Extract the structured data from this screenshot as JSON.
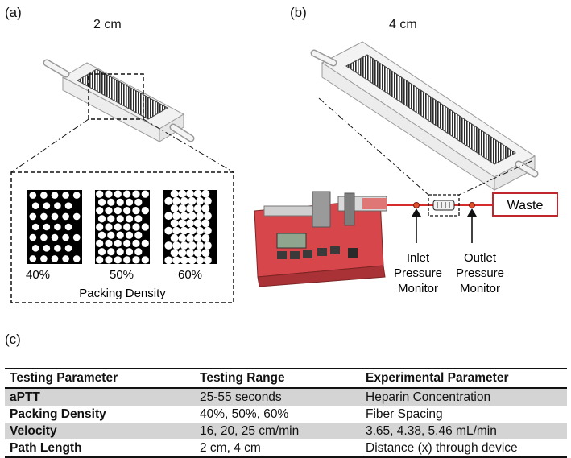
{
  "panel_a": {
    "label": "(a)",
    "scale": "2 cm",
    "densities": [
      "40%",
      "50%",
      "60%"
    ],
    "density_caption": "Packing Density"
  },
  "panel_b": {
    "label": "(b)",
    "scale": "4 cm",
    "waste": "Waste",
    "inlet": [
      "Inlet",
      "Pressure",
      "Monitor"
    ],
    "outlet": [
      "Outlet",
      "Pressure",
      "Monitor"
    ]
  },
  "panel_c": {
    "label": "(c)",
    "headers": [
      "Testing Parameter",
      "Testing Range",
      "Experimental Parameter"
    ],
    "rows": [
      [
        "aPTT",
        "25-55 seconds",
        "Heparin Concentration"
      ],
      [
        "Packing Density",
        "40%, 50%, 60%",
        "Fiber Spacing"
      ],
      [
        "Velocity",
        "16, 20, 25 cm/min",
        "3.65, 4.38, 5.46 mL/min"
      ],
      [
        "Path Length",
        "2 cm, 4 cm",
        "Distance (x) through device"
      ]
    ]
  },
  "colors": {
    "pump_red": "#c9403c",
    "tube_red": "#d62b2b",
    "waste_border": "#c0272d"
  }
}
